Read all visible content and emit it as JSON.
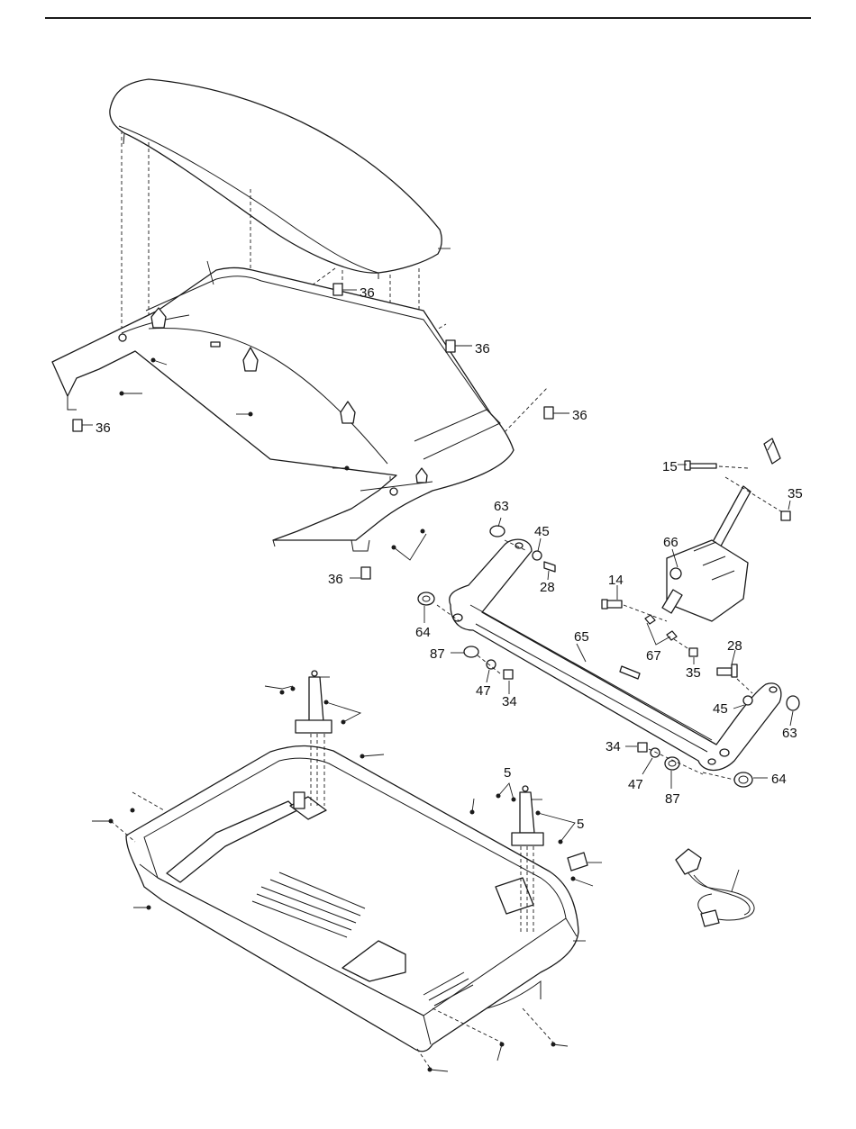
{
  "diagram": {
    "colors": {
      "line": "#1a1a1a",
      "background": "#ffffff"
    },
    "labels": [
      {
        "id": "l1",
        "text": "36"
      },
      {
        "id": "l2",
        "text": "36"
      },
      {
        "id": "l3",
        "text": "36"
      },
      {
        "id": "l4",
        "text": "36"
      },
      {
        "id": "l5",
        "text": "36"
      },
      {
        "id": "l6",
        "text": "15"
      },
      {
        "id": "l7",
        "text": "35"
      },
      {
        "id": "l8",
        "text": "63"
      },
      {
        "id": "l9",
        "text": "45"
      },
      {
        "id": "l10",
        "text": "28"
      },
      {
        "id": "l11",
        "text": "66"
      },
      {
        "id": "l12",
        "text": "14"
      },
      {
        "id": "l13",
        "text": "64"
      },
      {
        "id": "l14",
        "text": "65"
      },
      {
        "id": "l15",
        "text": "67"
      },
      {
        "id": "l16",
        "text": "87"
      },
      {
        "id": "l17",
        "text": "35"
      },
      {
        "id": "l18",
        "text": "28"
      },
      {
        "id": "l19",
        "text": "47"
      },
      {
        "id": "l20",
        "text": "34"
      },
      {
        "id": "l21",
        "text": "45"
      },
      {
        "id": "l22",
        "text": "63"
      },
      {
        "id": "l23",
        "text": "34"
      },
      {
        "id": "l24",
        "text": "5"
      },
      {
        "id": "l25",
        "text": "5"
      },
      {
        "id": "l26",
        "text": "47"
      },
      {
        "id": "l27",
        "text": "87"
      },
      {
        "id": "l28",
        "text": "64"
      }
    ]
  }
}
